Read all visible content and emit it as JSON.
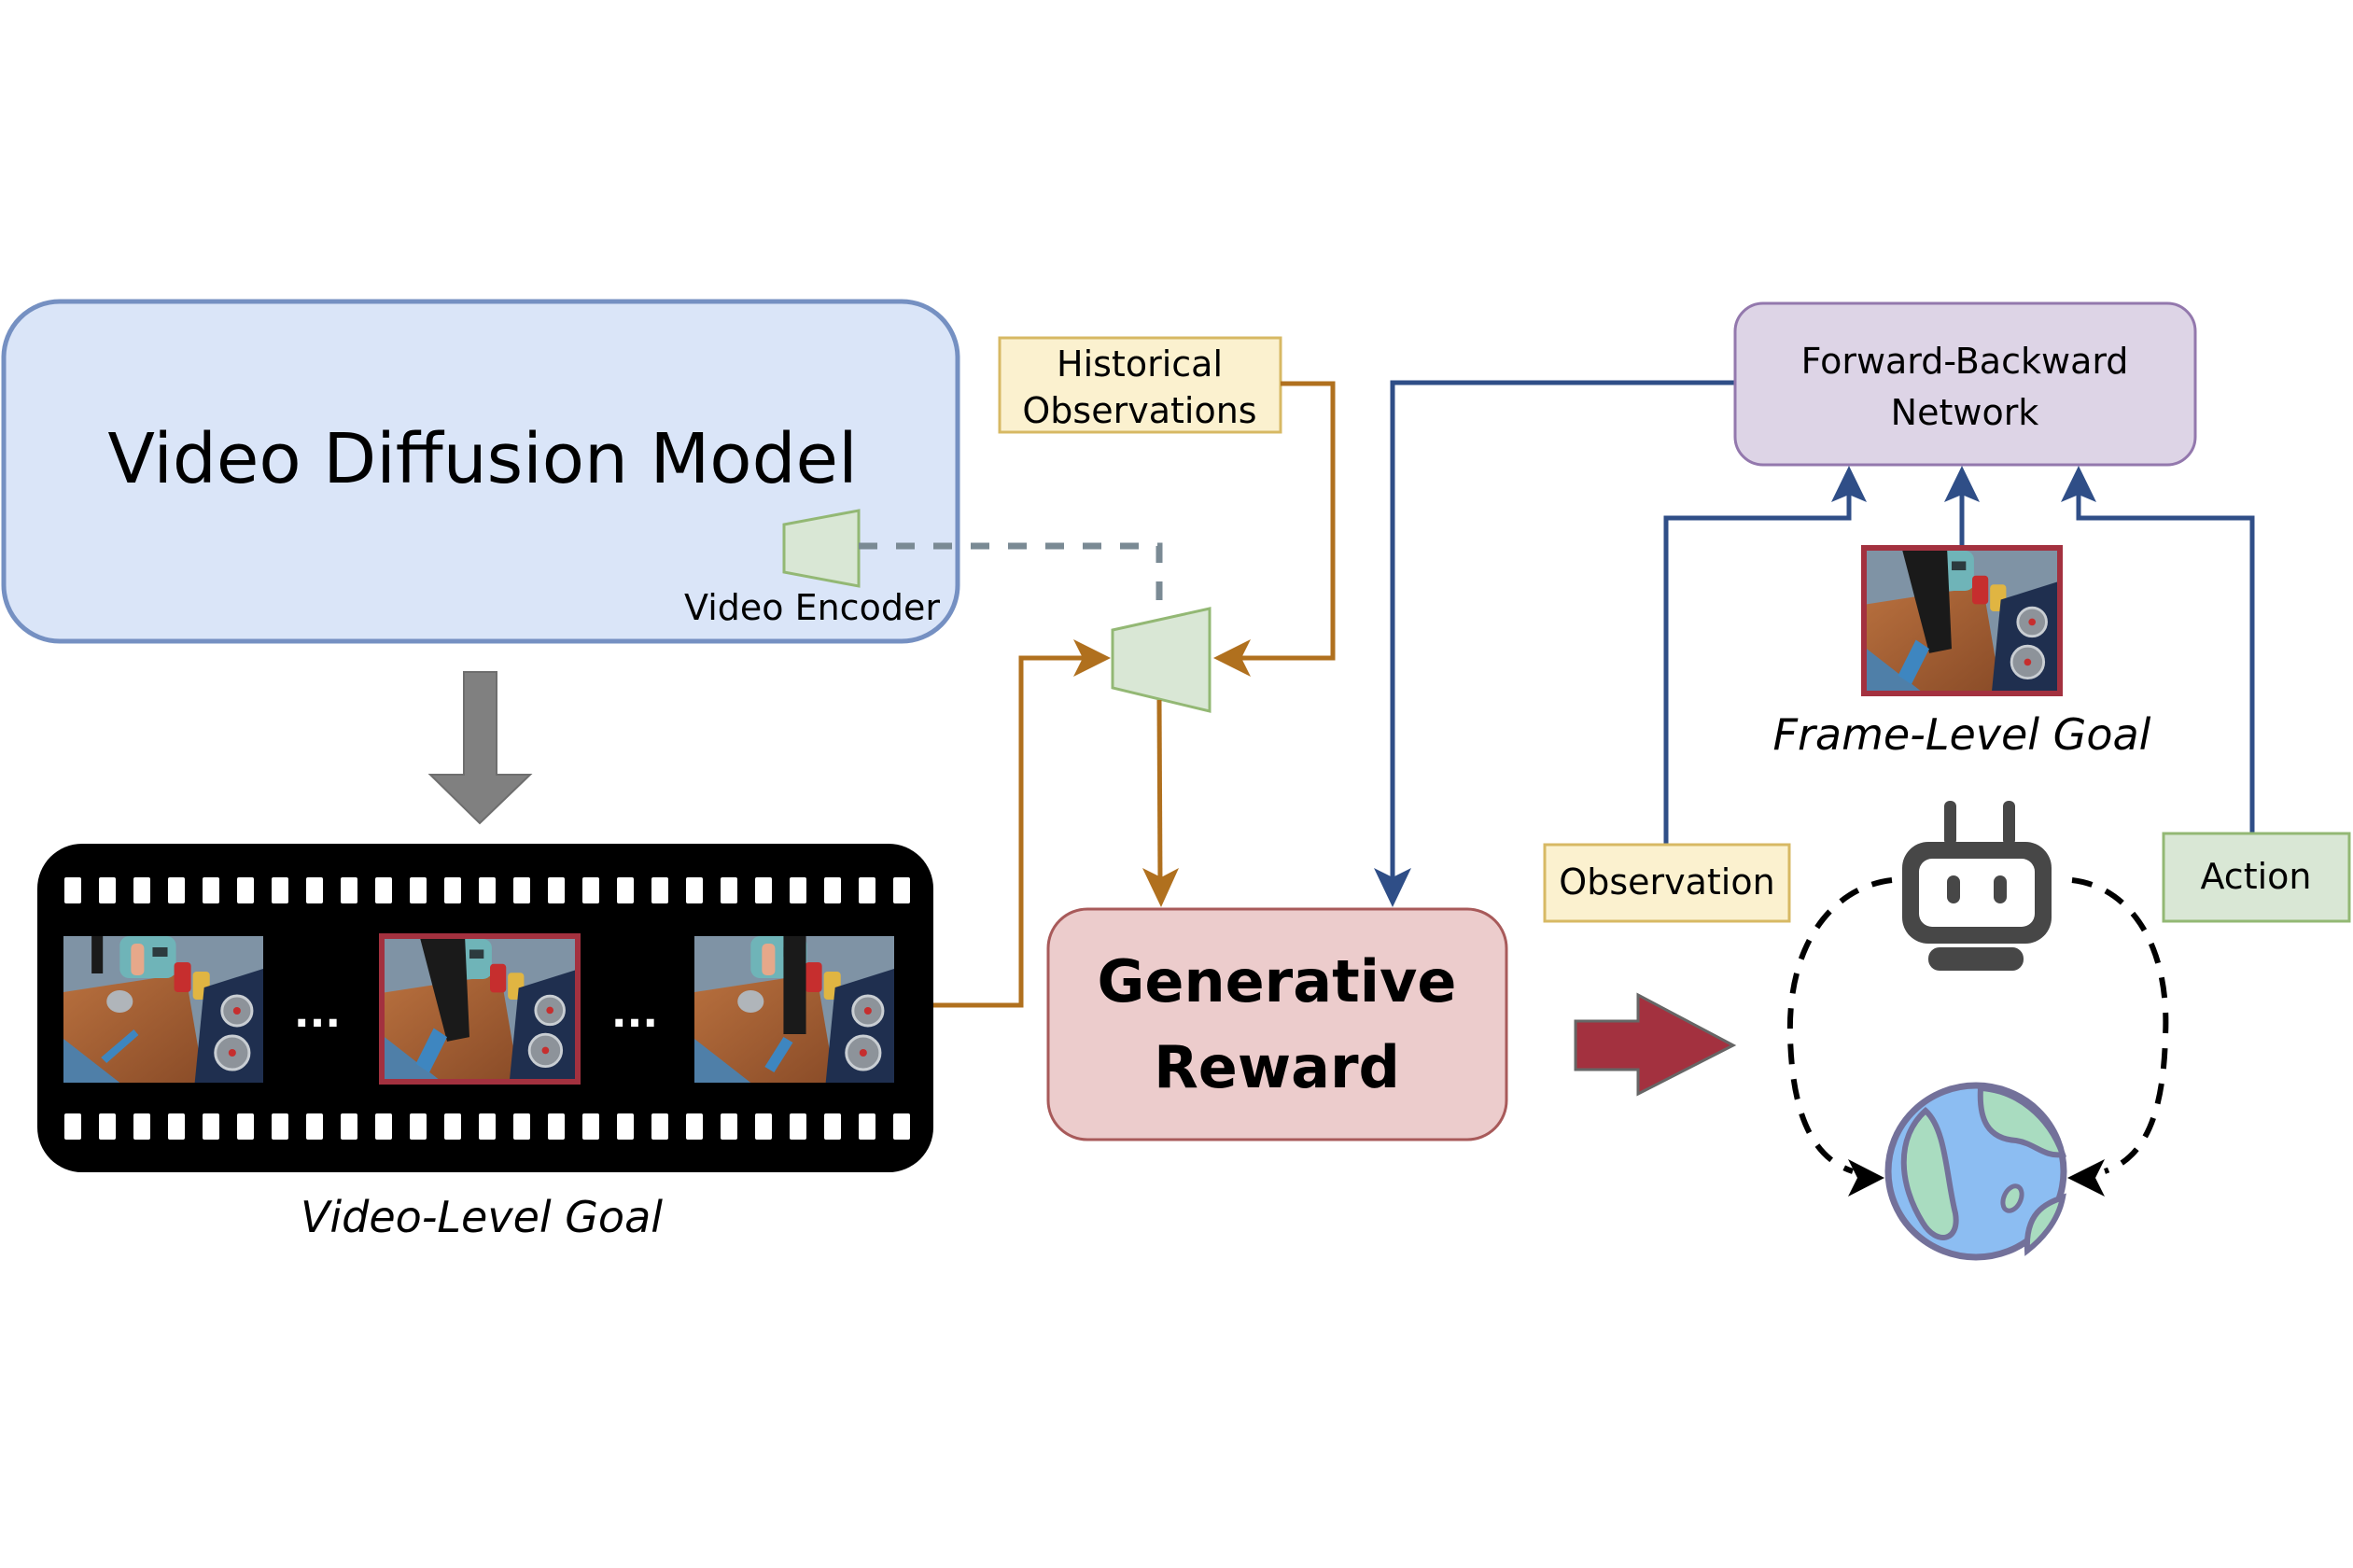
{
  "video_diffusion_model": {
    "title": "Video Diffusion Model",
    "encoder_label": "Video Encoder"
  },
  "video_goal": {
    "label": "Video-Level Goal",
    "ellipsis_left": "...",
    "ellipsis_right": "...",
    "frames": [
      "start-frame",
      "goal-frame-highlighted",
      "end-frame"
    ]
  },
  "historical_observations": {
    "line1": "Historical",
    "line2": "Observations"
  },
  "generative_reward": {
    "line1": "Generative",
    "line2": "Reward"
  },
  "forward_backward": {
    "line1": "Forward-Backward",
    "line2": "Network"
  },
  "frame_goal": {
    "label": "Frame-Level Goal"
  },
  "observation": {
    "label": "Observation"
  },
  "action": {
    "label": "Action"
  },
  "icons": {
    "agent": "robot-icon",
    "environment": "globe-icon"
  },
  "colors": {
    "vdm_fill": "#dae5f8",
    "vdm_stroke": "#7590c2",
    "encoder_fill": "#d9e7d5",
    "encoder_stroke": "#93b874",
    "hist_fill": "#fbf1cf",
    "hist_stroke": "#d7b964",
    "reward_fill": "#eccccc",
    "reward_stroke": "#a85a5a",
    "fb_fill": "#ddd4e6",
    "fb_stroke": "#9378ad",
    "action_fill": "#d9e7d5",
    "action_stroke": "#93b874",
    "orange_line": "#b0701e",
    "blue_line": "#2f4e87",
    "dashed_gray": "#7a8a94",
    "big_arrow_gray": "#808080",
    "red_arrow": "#a3313f",
    "frame_highlight": "#a3313f"
  }
}
